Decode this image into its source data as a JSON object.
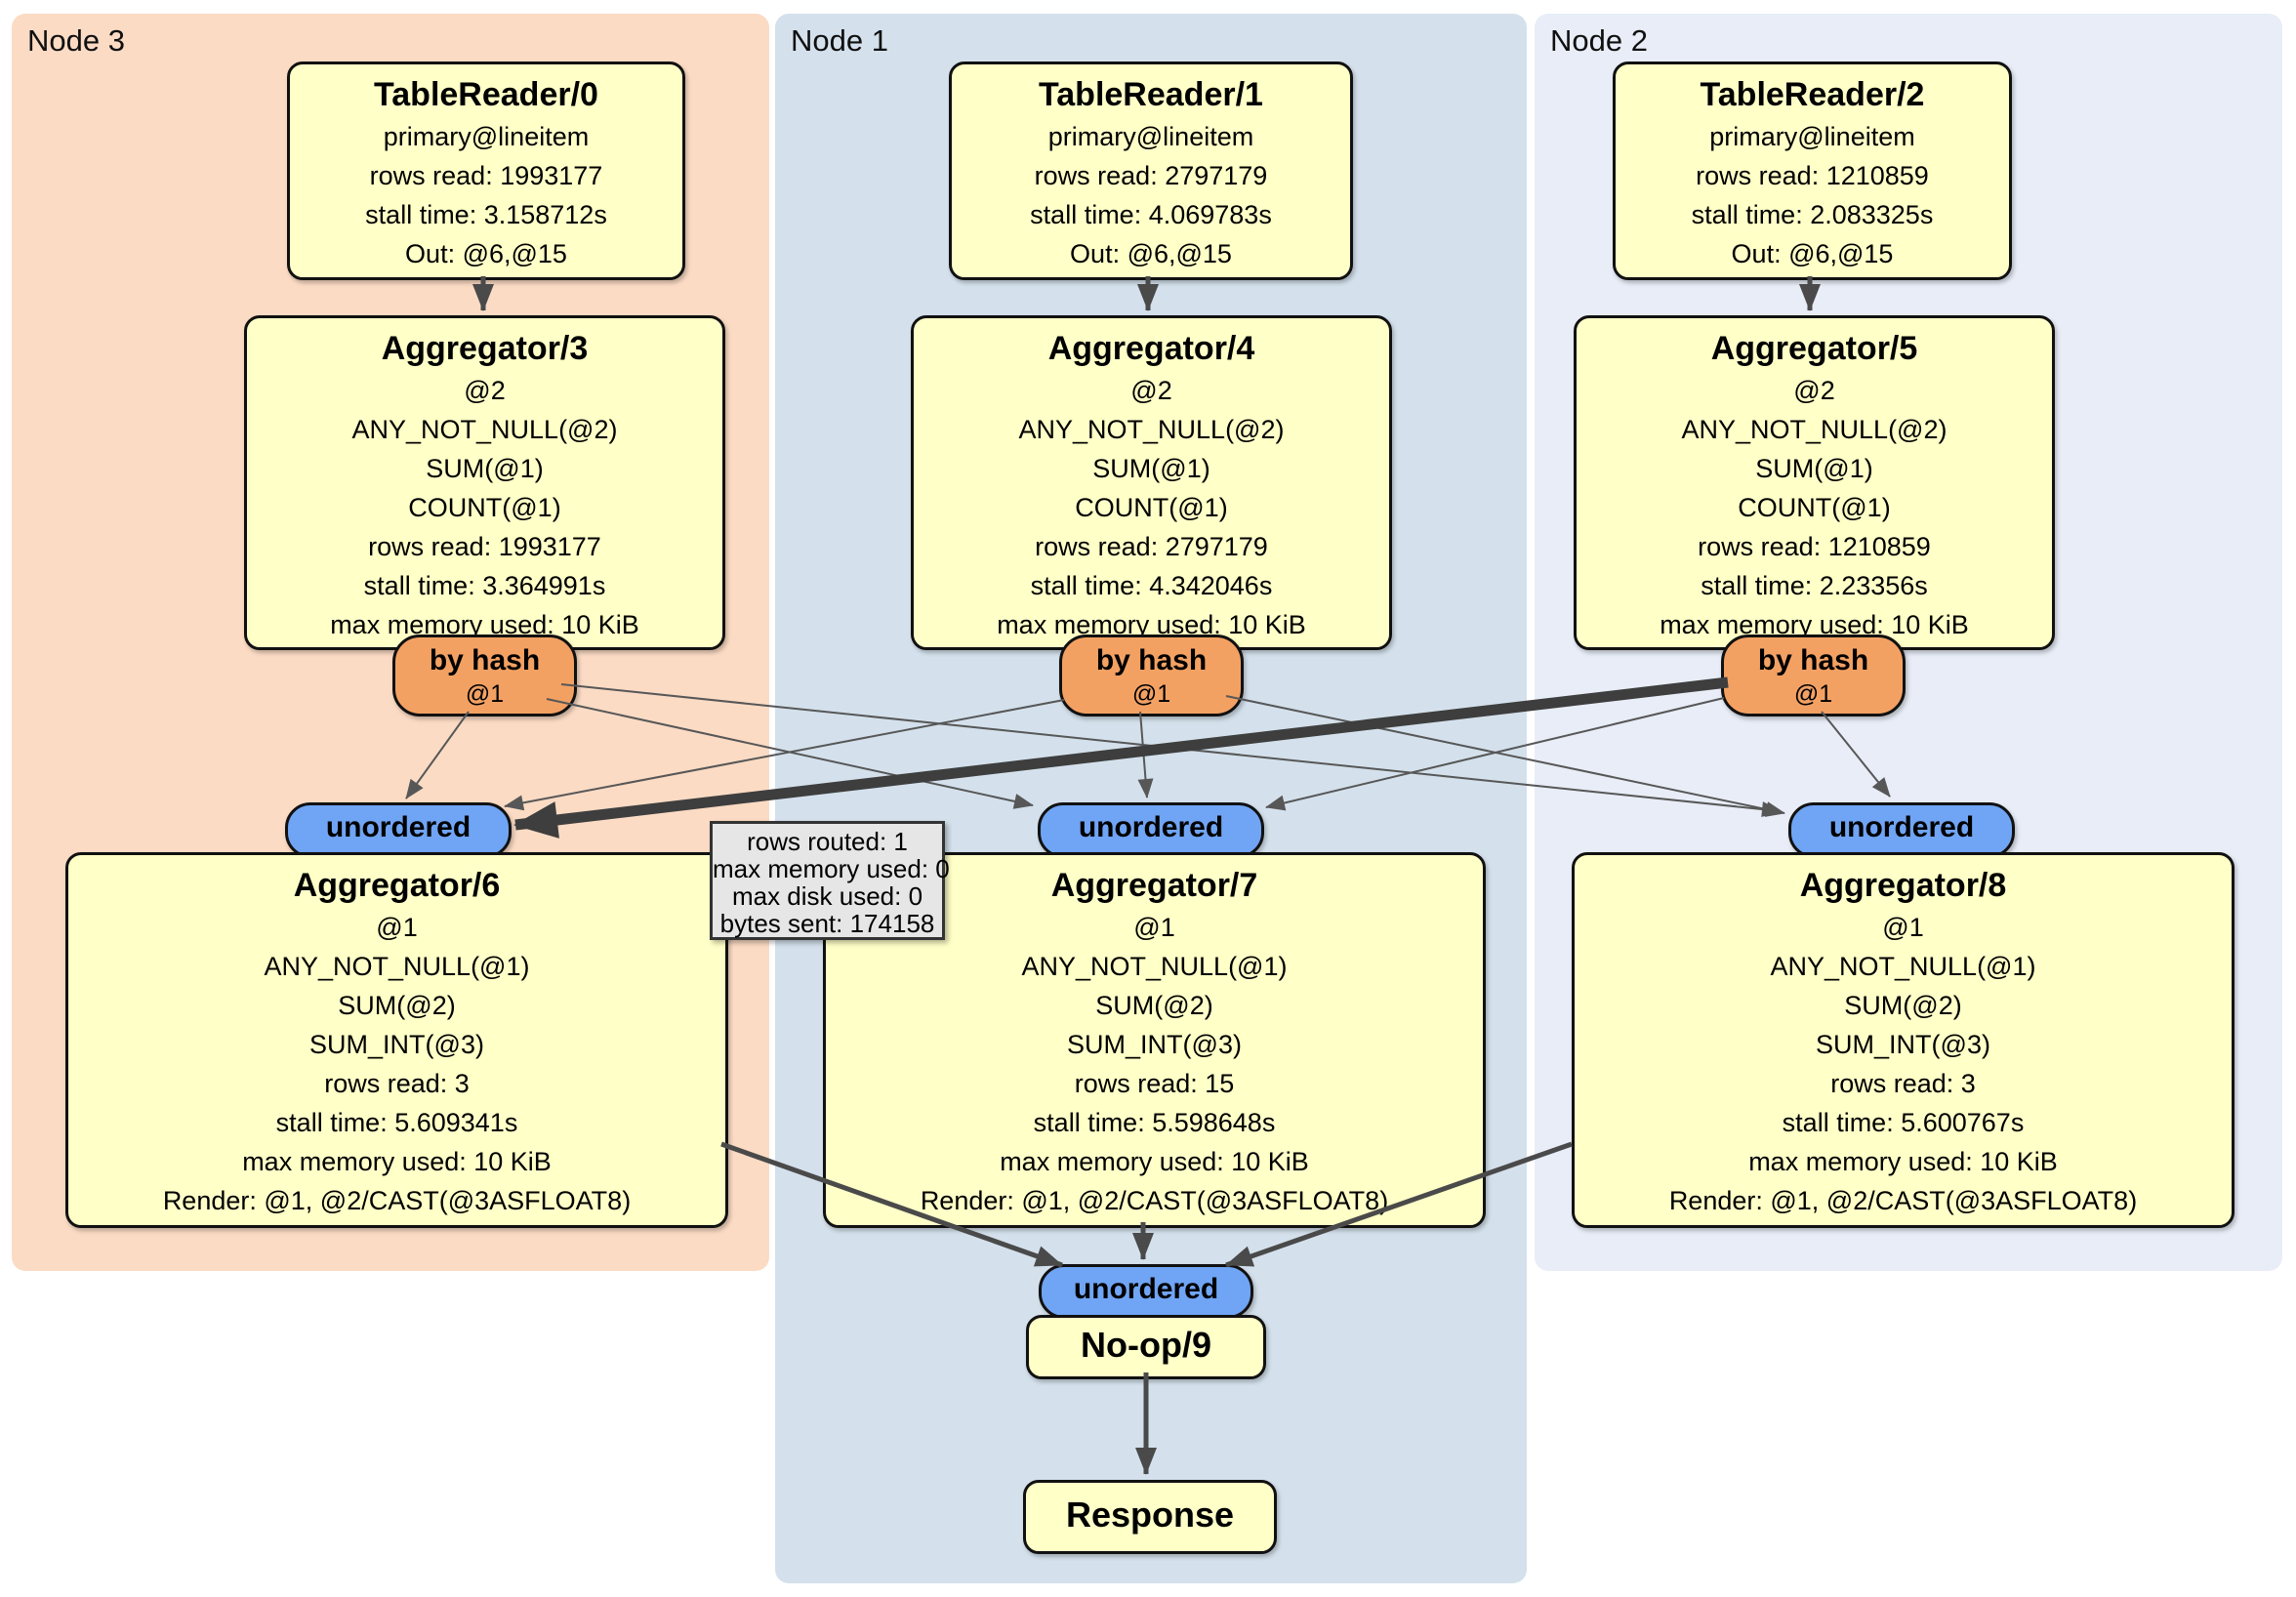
{
  "regions": {
    "node3": {
      "label": "Node 3"
    },
    "node1": {
      "label": "Node 1"
    },
    "node2": {
      "label": "Node 2"
    }
  },
  "processors": {
    "tr0": {
      "title": "TableReader/0",
      "lines": [
        "primary@lineitem",
        "rows read: 1993177",
        "stall time: 3.158712s",
        "Out: @6,@15"
      ]
    },
    "tr1": {
      "title": "TableReader/1",
      "lines": [
        "primary@lineitem",
        "rows read: 2797179",
        "stall time: 4.069783s",
        "Out: @6,@15"
      ]
    },
    "tr2": {
      "title": "TableReader/2",
      "lines": [
        "primary@lineitem",
        "rows read: 1210859",
        "stall time: 2.083325s",
        "Out: @6,@15"
      ]
    },
    "agg3": {
      "title": "Aggregator/3",
      "lines": [
        "@2",
        "ANY_NOT_NULL(@2)",
        "SUM(@1)",
        "COUNT(@1)",
        "rows read: 1993177",
        "stall time: 3.364991s",
        "max memory used: 10 KiB"
      ]
    },
    "agg4": {
      "title": "Aggregator/4",
      "lines": [
        "@2",
        "ANY_NOT_NULL(@2)",
        "SUM(@1)",
        "COUNT(@1)",
        "rows read: 2797179",
        "stall time: 4.342046s",
        "max memory used: 10 KiB"
      ]
    },
    "agg5": {
      "title": "Aggregator/5",
      "lines": [
        "@2",
        "ANY_NOT_NULL(@2)",
        "SUM(@1)",
        "COUNT(@1)",
        "rows read: 1210859",
        "stall time: 2.23356s",
        "max memory used: 10 KiB"
      ]
    },
    "agg6": {
      "title": "Aggregator/6",
      "lines": [
        "@1",
        "ANY_NOT_NULL(@1)",
        "SUM(@2)",
        "SUM_INT(@3)",
        "rows read: 3",
        "stall time: 5.609341s",
        "max memory used: 10 KiB",
        "Render: @1, @2/CAST(@3ASFLOAT8)"
      ]
    },
    "agg7": {
      "title": "Aggregator/7",
      "lines": [
        "@1",
        "ANY_NOT_NULL(@1)",
        "SUM(@2)",
        "SUM_INT(@3)",
        "rows read: 15",
        "stall time: 5.598648s",
        "max memory used: 10 KiB",
        "Render: @1, @2/CAST(@3ASFLOAT8)"
      ]
    },
    "agg8": {
      "title": "Aggregator/8",
      "lines": [
        "@1",
        "ANY_NOT_NULL(@1)",
        "SUM(@2)",
        "SUM_INT(@3)",
        "rows read: 3",
        "stall time: 5.600767s",
        "max memory used: 10 KiB",
        "Render: @1, @2/CAST(@3ASFLOAT8)"
      ]
    },
    "noop": {
      "title": "No-op/9"
    },
    "response": {
      "title": "Response"
    }
  },
  "router": {
    "label": "by hash",
    "detail": "@1"
  },
  "sync": {
    "label": "unordered"
  },
  "tooltip": {
    "lines": [
      "rows routed: 1",
      "max memory used: 0",
      "max disk used: 0",
      "bytes sent: 174158"
    ]
  },
  "colors": {
    "node3_bg": "#fbdbc4",
    "node1_bg": "#d4e1ec",
    "node2_bg": "#e8edf7",
    "box_bg": "#ffffc8",
    "box_border": "#111111",
    "router_bg": "#f3a163",
    "sync_bg": "#70a4f4",
    "tooltip_bg": "#e6e6e6",
    "edge_thin": "#575757",
    "edge_med": "#4a4a4a",
    "edge_thick": "#3e3e3e"
  }
}
